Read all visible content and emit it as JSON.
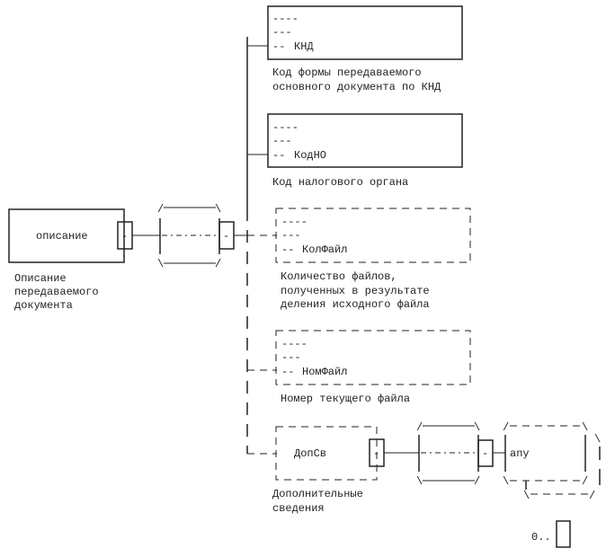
{
  "root": {
    "name": "описание",
    "description": [
      "Описание",
      "передаваемого",
      "документа"
    ]
  },
  "elements": [
    {
      "name": "КНД",
      "optional": false,
      "description": [
        "Код формы передаваемого",
        "основного документа по КНД"
      ]
    },
    {
      "name": "КодНО",
      "optional": false,
      "description": [
        "Код налогового органа"
      ]
    },
    {
      "name": "КолФайл",
      "optional": true,
      "description": [
        "Количество файлов,",
        "полученных в результате",
        "деления исходного файла"
      ]
    },
    {
      "name": "НомФайл",
      "optional": true,
      "description": [
        "Номер текущего файла"
      ]
    },
    {
      "name": "ДопСв",
      "optional": true,
      "description": [
        "Дополнительные",
        "сведения"
      ]
    }
  ],
  "type_dashes": [
    "----",
    "---",
    "--"
  ],
  "any": {
    "label": "any",
    "cardinality": "0.."
  }
}
